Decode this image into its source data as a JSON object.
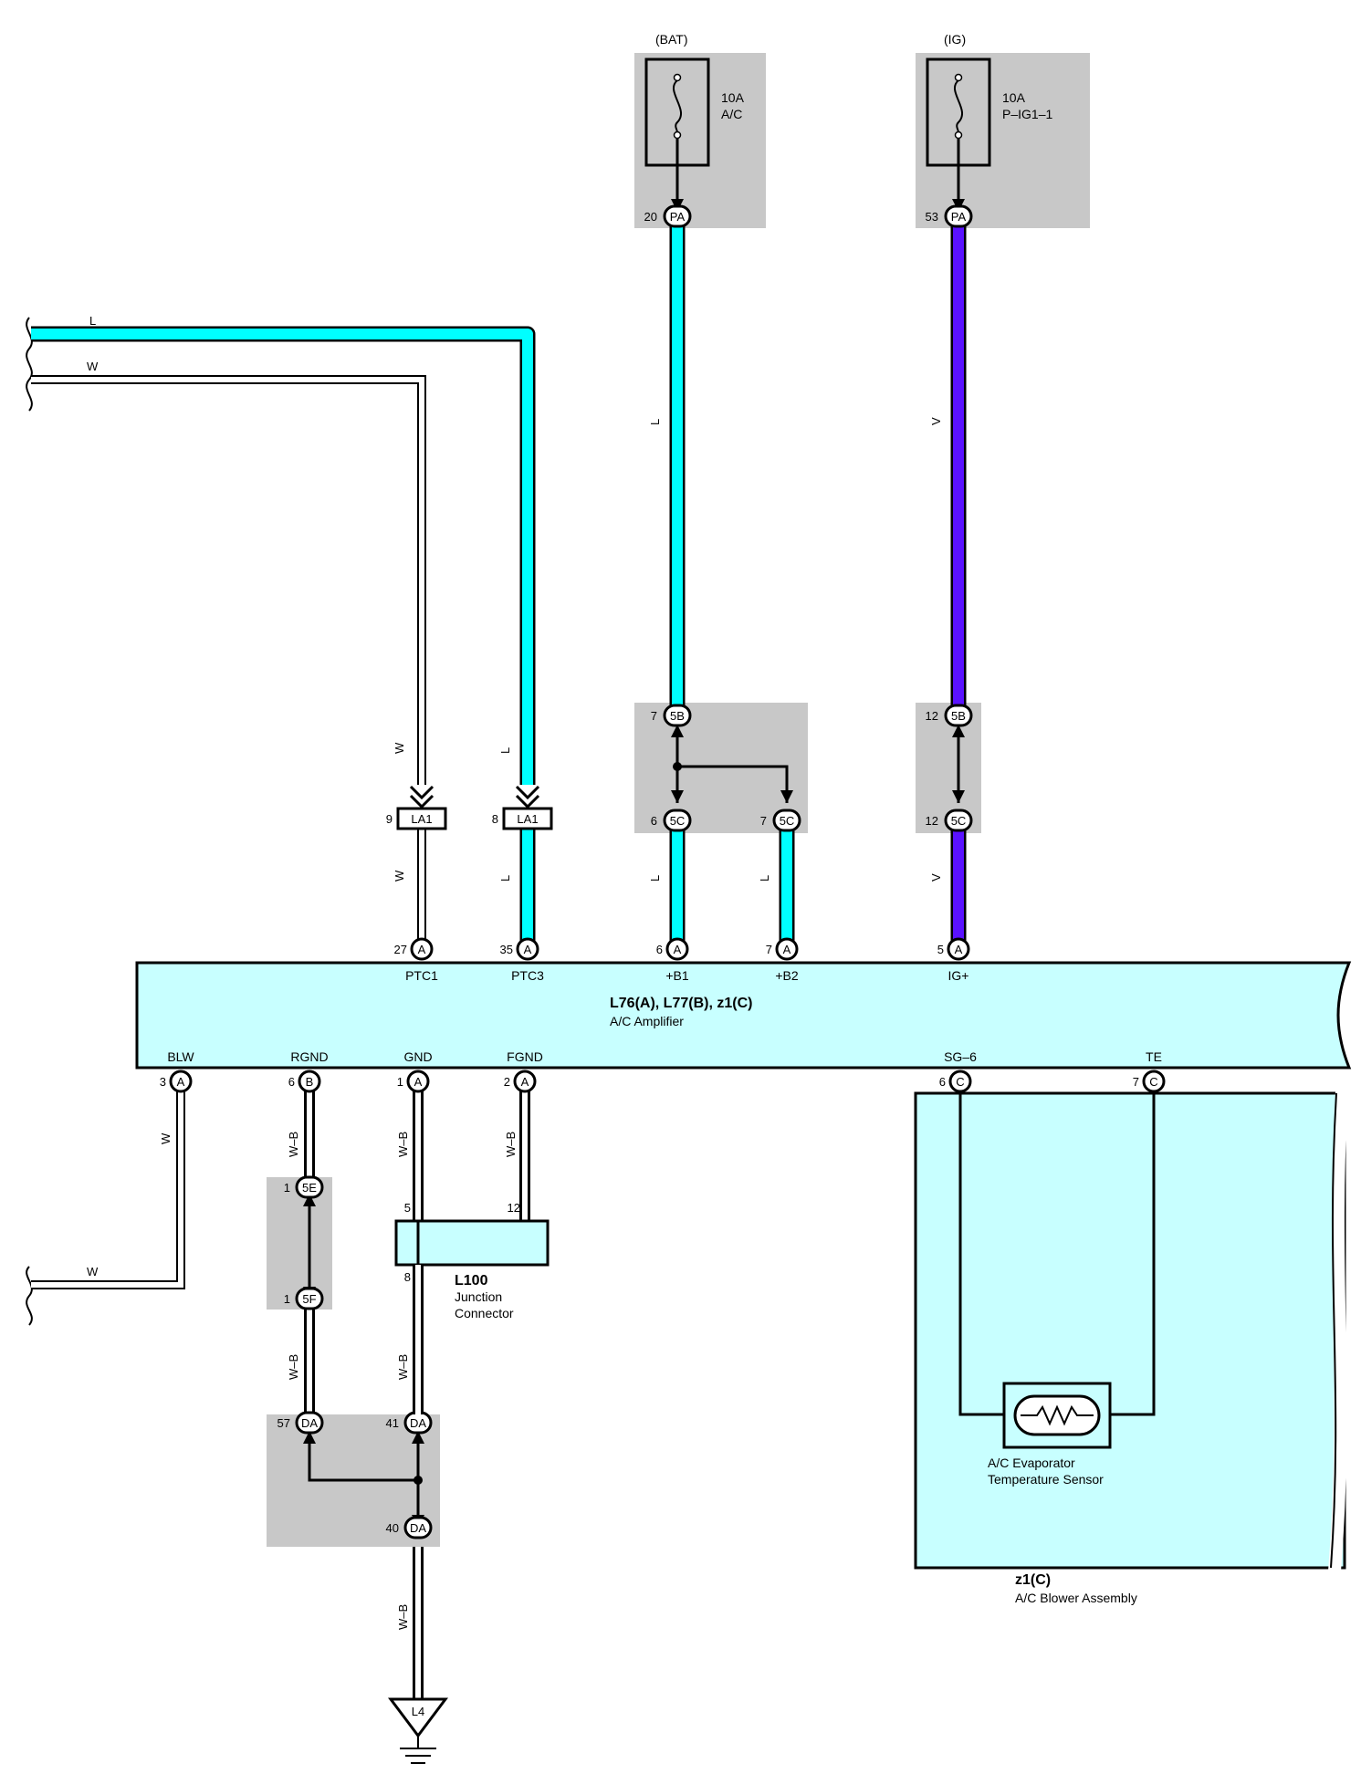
{
  "colors": {
    "wire_L": "#00ffff",
    "wire_V": "#5a12ff",
    "wire_W": "#ffffff",
    "wire_WB": "#ffffff",
    "box_fill": "#c8ffff",
    "shade": "#c8c8c8",
    "outline": "#000000"
  },
  "icons": [
    "fuse-icon",
    "ground-icon",
    "thermistor-icon",
    "connector-icon",
    "break-mark-icon"
  ],
  "fuses": [
    {
      "source": "(BAT)",
      "rating": "10A",
      "name": "A/C",
      "pin": "20",
      "code": "PA"
    },
    {
      "source": "(IG)",
      "rating": "10A",
      "name": "P–IG1–1",
      "pin": "53",
      "code": "PA"
    }
  ],
  "wire_colors": {
    "L": "L",
    "W": "W",
    "V": "V",
    "WB": "W–B"
  },
  "connectors": {
    "LA1": "LA1",
    "5B": "5B",
    "5C": "5C",
    "5E": "5E",
    "5F": "5F",
    "DA": "DA",
    "A": "A",
    "B": "B",
    "C": "C"
  },
  "pin_numbers": {
    "la1_w": "9",
    "la1_l": "8",
    "sb_l": "7",
    "sc_l_a": "6",
    "sc_l_b": "7",
    "sb_v": "12",
    "sc_v": "12",
    "top_ptc1": "27",
    "top_ptc3": "35",
    "top_b1": "6",
    "top_b2": "7",
    "top_ig": "5",
    "bot_blw": "3",
    "bot_rgnd": "6",
    "bot_gnd": "1",
    "bot_fgnd": "2",
    "bot_sg6": "6",
    "bot_te": "7",
    "se": "1",
    "sf": "1",
    "jc_in_5": "5",
    "jc_in_12": "12",
    "jc_out_8": "8",
    "da_57": "57",
    "da_41": "41",
    "da_40": "40"
  },
  "amplifier": {
    "title": "L76(A), L77(B), z1(C)",
    "subtitle": "A/C Amplifier",
    "top_terms": [
      "PTC1",
      "PTC3",
      "+B1",
      "+B2",
      "IG+"
    ],
    "bottom_terms": [
      "BLW",
      "RGND",
      "GND",
      "FGND",
      "SG–6",
      "TE"
    ]
  },
  "junction": {
    "code": "L100",
    "name_line1": "Junction",
    "name_line2": "Connector"
  },
  "sensor": {
    "line1": "A/C Evaporator",
    "line2": "Temperature Sensor"
  },
  "blower": {
    "code": "z1(C)",
    "name": "A/C Blower Assembly"
  },
  "ground": {
    "label": "L4"
  }
}
